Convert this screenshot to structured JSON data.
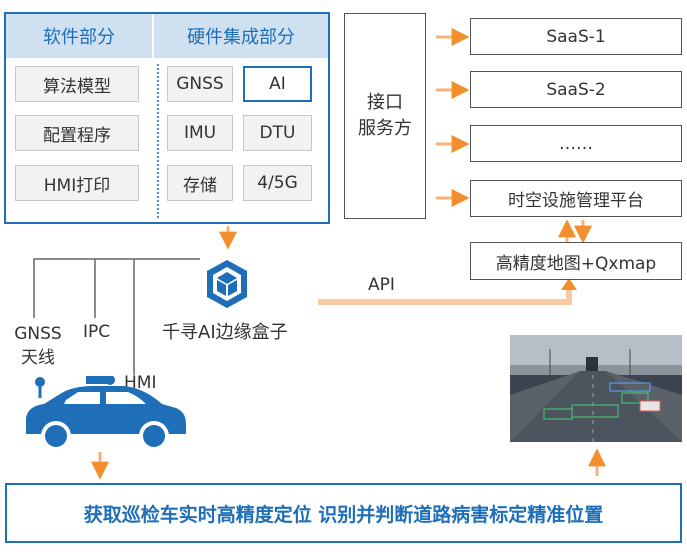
{
  "left_panel": {
    "software_title": "软件部分",
    "hardware_title": "硬件集成部分",
    "software_items": [
      "算法模型",
      "配置程序",
      "HMI打印"
    ],
    "hardware_items": [
      "GNSS",
      "AI",
      "IMU",
      "DTU",
      "存储",
      "4/5G"
    ],
    "active_hardware": "AI"
  },
  "provider": {
    "line1": "接口",
    "line2": "服务方"
  },
  "outputs": [
    "SaaS-1",
    "SaaS-2",
    "……",
    "时空设施管理平台"
  ],
  "map_box": "高精度地图+Qxmap",
  "api_label": "API",
  "box": {
    "label": "千寻AI边缘盒子",
    "icon": "cube-hexagon-icon"
  },
  "vehicle": {
    "connections": [
      "GNSS\n天线",
      "IPC",
      "HMI"
    ],
    "icon": "car-icon"
  },
  "bottom_banner": "获取巡检车实时高精度定位 识别并判断道路病害标定精准位置",
  "colors": {
    "primary": "#1f6fb8",
    "header_bg": "#cfe0f0",
    "arrow": "#f28e2b"
  }
}
